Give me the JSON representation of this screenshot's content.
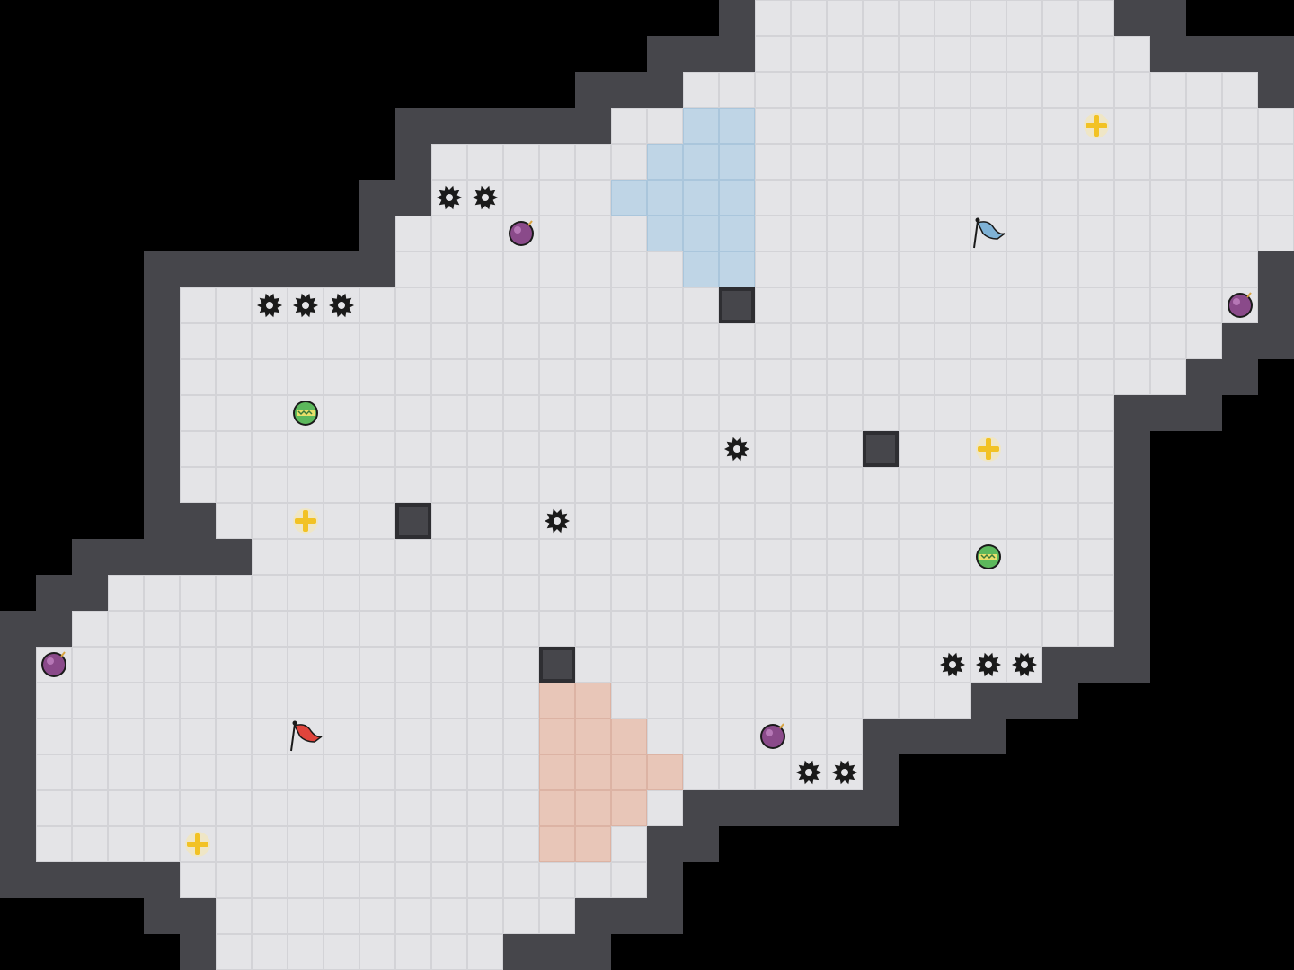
{
  "map": {
    "cols": 36,
    "rows": 27,
    "colors": {
      "background": "#000000",
      "floor": "#e4e4e7",
      "floor_grid": "#d3d3d7",
      "wall": "#46464b",
      "wall_edge": "#2e2e32",
      "team_blue": "#bfd5e6",
      "team_red": "#e8c6b8",
      "spike": "#1a1a1a",
      "boost": "#f2c224",
      "bomb": "#8a4a8a",
      "gate_green": "#5cb85c"
    },
    "floor_rows": [
      [
        [
          21,
          30
        ]
      ],
      [
        [
          21,
          31
        ]
      ],
      [
        [
          19,
          34
        ]
      ],
      [
        [
          17,
          35
        ]
      ],
      [
        [
          12,
          35
        ]
      ],
      [
        [
          12,
          35
        ]
      ],
      [
        [
          11,
          35
        ]
      ],
      [
        [
          11,
          34
        ]
      ],
      [
        [
          5,
          34
        ]
      ],
      [
        [
          5,
          33
        ]
      ],
      [
        [
          5,
          32
        ]
      ],
      [
        [
          5,
          30
        ]
      ],
      [
        [
          5,
          30
        ]
      ],
      [
        [
          5,
          30
        ]
      ],
      [
        [
          6,
          30
        ]
      ],
      [
        [
          7,
          30
        ]
      ],
      [
        [
          3,
          30
        ]
      ],
      [
        [
          2,
          30
        ]
      ],
      [
        [
          1,
          28
        ]
      ],
      [
        [
          1,
          26
        ]
      ],
      [
        [
          1,
          23
        ]
      ],
      [
        [
          1,
          23
        ]
      ],
      [
        [
          1,
          18
        ]
      ],
      [
        [
          1,
          17
        ]
      ],
      [
        [
          5,
          17
        ]
      ],
      [
        [
          6,
          15
        ]
      ],
      [
        [
          6,
          13
        ]
      ]
    ],
    "wall_blocks": [
      [
        20,
        8
      ],
      [
        15,
        18
      ],
      [
        24,
        12
      ],
      [
        11,
        14
      ]
    ],
    "team_tiles": {
      "blue": [
        [
          19,
          3
        ],
        [
          20,
          3
        ],
        [
          18,
          4
        ],
        [
          19,
          4
        ],
        [
          20,
          4
        ],
        [
          17,
          5
        ],
        [
          18,
          5
        ],
        [
          19,
          5
        ],
        [
          20,
          5
        ],
        [
          18,
          6
        ],
        [
          19,
          6
        ],
        [
          20,
          6
        ],
        [
          19,
          7
        ],
        [
          20,
          7
        ]
      ],
      "red": [
        [
          15,
          19
        ],
        [
          16,
          19
        ],
        [
          15,
          20
        ],
        [
          16,
          20
        ],
        [
          17,
          20
        ],
        [
          15,
          21
        ],
        [
          16,
          21
        ],
        [
          17,
          21
        ],
        [
          18,
          21
        ],
        [
          15,
          22
        ],
        [
          16,
          22
        ],
        [
          17,
          22
        ],
        [
          15,
          23
        ],
        [
          16,
          23
        ]
      ]
    },
    "spikes": [
      [
        12,
        5
      ],
      [
        13,
        5
      ],
      [
        7,
        8
      ],
      [
        8,
        8
      ],
      [
        9,
        8
      ],
      [
        20,
        12
      ],
      [
        15,
        14
      ],
      [
        26,
        18
      ],
      [
        27,
        18
      ],
      [
        28,
        18
      ],
      [
        22,
        21
      ],
      [
        23,
        21
      ]
    ],
    "boosts": [
      [
        30,
        3
      ],
      [
        27,
        12
      ],
      [
        8,
        14
      ],
      [
        5,
        23
      ]
    ],
    "bombs": [
      [
        14,
        6
      ],
      [
        34,
        8
      ],
      [
        1,
        18
      ],
      [
        21,
        20
      ]
    ],
    "gates": [
      [
        8,
        11
      ],
      [
        27,
        15
      ]
    ],
    "flags": {
      "blue": [
        27,
        6
      ],
      "red": [
        8,
        20
      ]
    }
  }
}
